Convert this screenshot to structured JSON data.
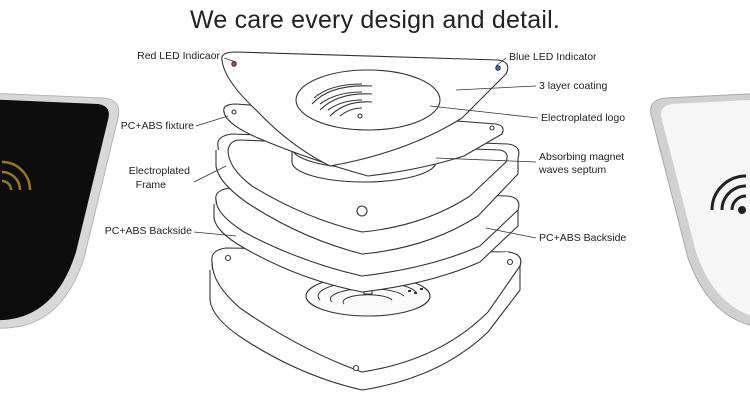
{
  "headline": "We care every design and detail.",
  "labels": {
    "red_led": "Red LED Indicaor",
    "pc_abs_fixture": "PC+ABS fixture",
    "electroplated_frame_line1": "Electroplated",
    "electroplated_frame_line2": "Frame",
    "pc_abs_backside_left": "PC+ABS Backside",
    "blue_led": "Blue LED Indicator",
    "coating": "3 layer coating",
    "electroplated_logo": "Electroplated logo",
    "absorbing_line1": "Absorbing magnet",
    "absorbing_line2": "waves septum",
    "pc_abs_backside_right": "PC+ABS Backside"
  },
  "colors": {
    "outline": "#333333",
    "left_device_face": "#0d0d0d",
    "left_device_logo": "#c9a227",
    "right_device_face": "#f4f4f4",
    "device_frame": "#c8c8c8"
  }
}
